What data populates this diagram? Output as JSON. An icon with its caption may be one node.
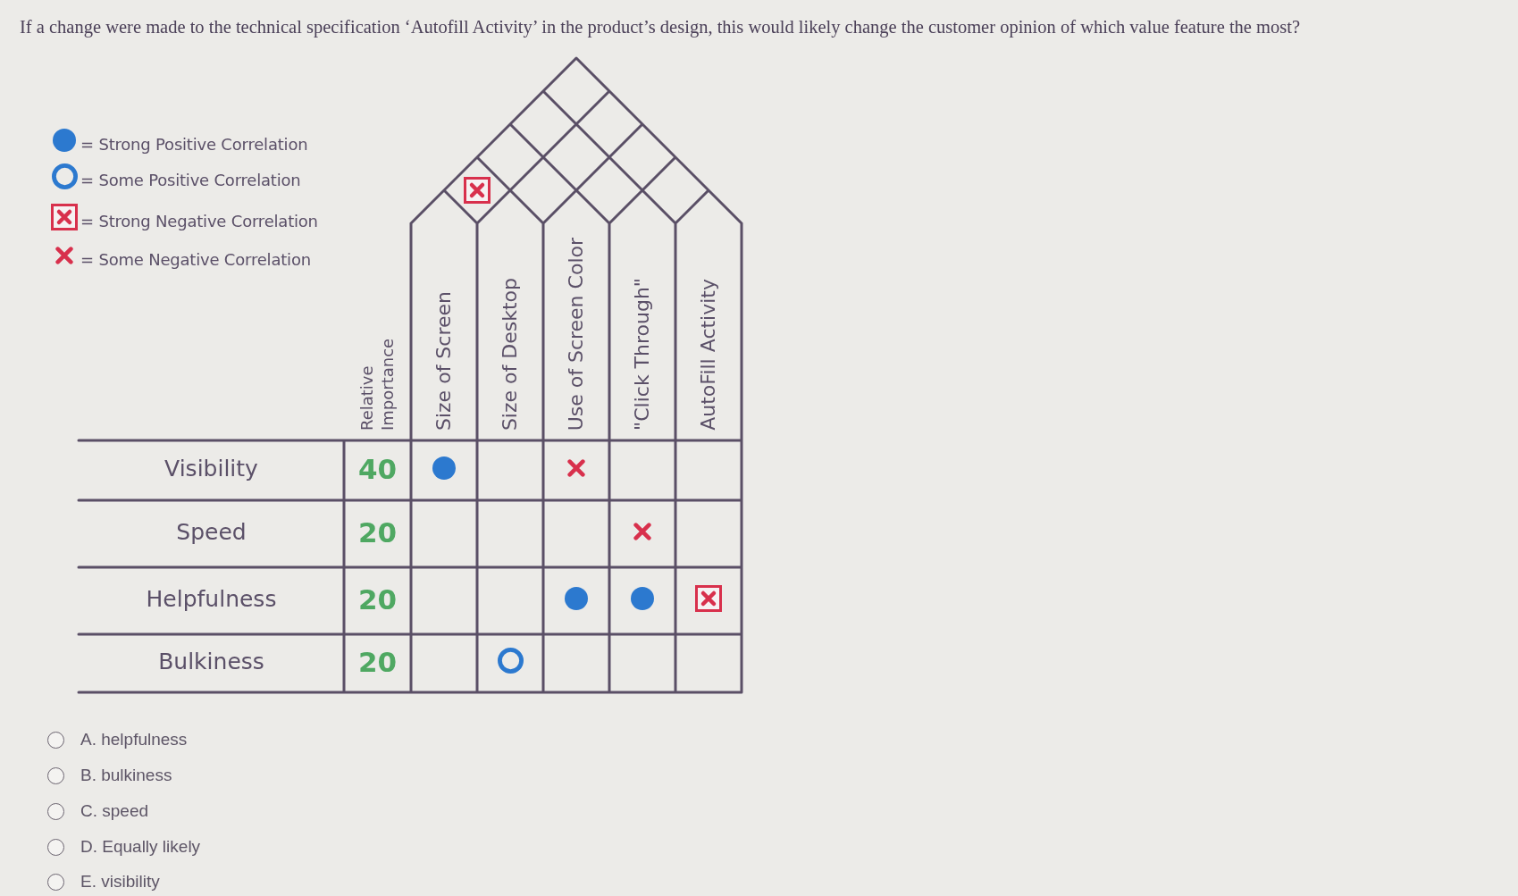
{
  "diagram": {
    "title": "If a change were made to the technical specification ‘Autofill Activity’ in the product’s design, this would likely change the customer opinion of which value feature the most?",
    "labels": [
      "Relative Importance",
      "Size of Screen",
      "Size of Desktop",
      "Use of Screen Color",
      "\"Click Through\"",
      "AutoFill Activity",
      "Visibility",
      "40",
      "Speed",
      "20",
      "Helpfulness",
      "20",
      "Bulkiness",
      "20",
      "A. helpfulness",
      "B. bulkiness",
      "C. speed",
      "D. Equally likely",
      "E. visibility"
    ],
    "legend": [
      {
        "text": "= Strong Positive Correlation"
      },
      {
        "text": "= Some Positive Correlation"
      },
      {
        "text": "= Strong Negative Correlation"
      },
      {
        "text": "= Some Negative Correlation"
      }
    ]
  }
}
